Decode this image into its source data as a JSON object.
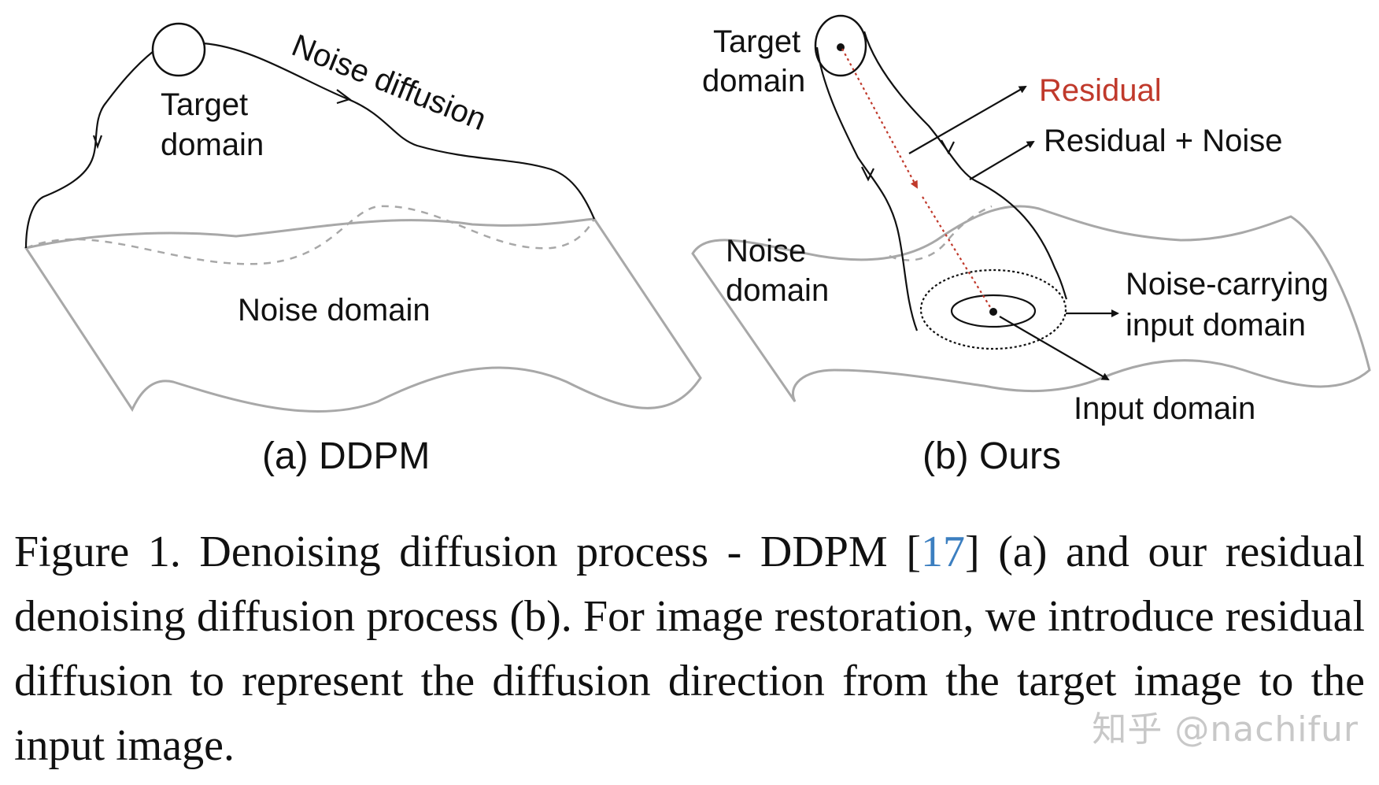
{
  "panel_a": {
    "target_label_line1": "Target",
    "target_label_line2": "domain",
    "noise_diffusion_label": "Noise diffusion",
    "noise_domain_label": "Noise domain",
    "subcaption": "(a) DDPM"
  },
  "panel_b": {
    "target_label_line1": "Target",
    "target_label_line2": "domain",
    "residual_label": "Residual",
    "residual_noise_label": "Residual + Noise",
    "noise_domain_line1": "Noise",
    "noise_domain_line2": "domain",
    "noise_carrying_line1": "Noise-carrying",
    "noise_carrying_line2": "input domain",
    "input_domain_label": "Input domain",
    "subcaption": "(b) Ours"
  },
  "caption": {
    "prefix": "Figure 1.  Denoising diffusion process - DDPM [",
    "ref": "17",
    "suffix": "] (a) and our residual denoising diffusion process (b).  For image restoration, we introduce residual diffusion to represent the diffusion direction from the target image to the input image."
  },
  "watermark": "知乎 @nachifur",
  "colors": {
    "residual": "#c0392b",
    "reference": "#3c7fc0",
    "surface": "#a8a8a8",
    "watermark": "#c8c8c8"
  }
}
